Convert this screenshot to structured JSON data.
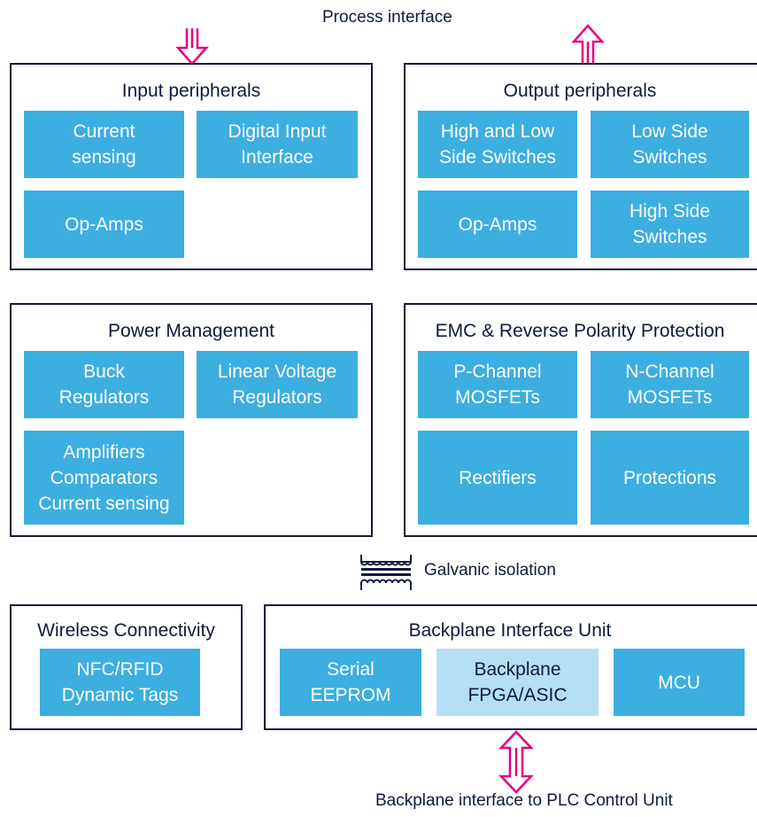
{
  "colors": {
    "accent_block": "#3daee0",
    "light_block": "#b5dff2",
    "border": "#0f1a3c",
    "arrow": "#e6007e"
  },
  "labels": {
    "process_interface": "Process interface",
    "galvanic_isolation": "Galvanic isolation",
    "backplane_interface": "Backplane interface to PLC Control Unit"
  },
  "input": {
    "title": "Input peripherals",
    "blocks": [
      "Current\nsensing",
      "Digital Input\nInterface",
      "Op-Amps"
    ]
  },
  "output": {
    "title": "Output peripherals",
    "blocks": [
      "High and Low\nSide Switches",
      "Low Side\nSwitches",
      "Op-Amps",
      "High Side\nSwitches"
    ]
  },
  "power": {
    "title": "Power Management",
    "blocks": [
      "Buck\nRegulators",
      "Linear Voltage\nRegulators",
      "Amplifiers\nComparators\nCurrent sensing"
    ]
  },
  "emc": {
    "title": "EMC & Reverse Polarity Protection",
    "blocks": [
      "P-Channel\nMOSFETs",
      "N-Channel\nMOSFETs",
      "Rectifiers",
      "Protections"
    ]
  },
  "wireless": {
    "title": "Wireless Connectivity",
    "blocks": [
      "NFC/RFID\nDynamic Tags"
    ]
  },
  "backplane": {
    "title": "Backplane Interface Unit",
    "blocks": [
      "Serial\nEEPROM",
      "Backplane\nFPGA/ASIC",
      "MCU"
    ]
  },
  "icons": {
    "input_arrow": "double-arrow-down-icon",
    "output_arrow": "double-arrow-up-icon",
    "isolation": "transformer-icon",
    "bidirectional": "double-arrow-bidirectional-icon"
  }
}
